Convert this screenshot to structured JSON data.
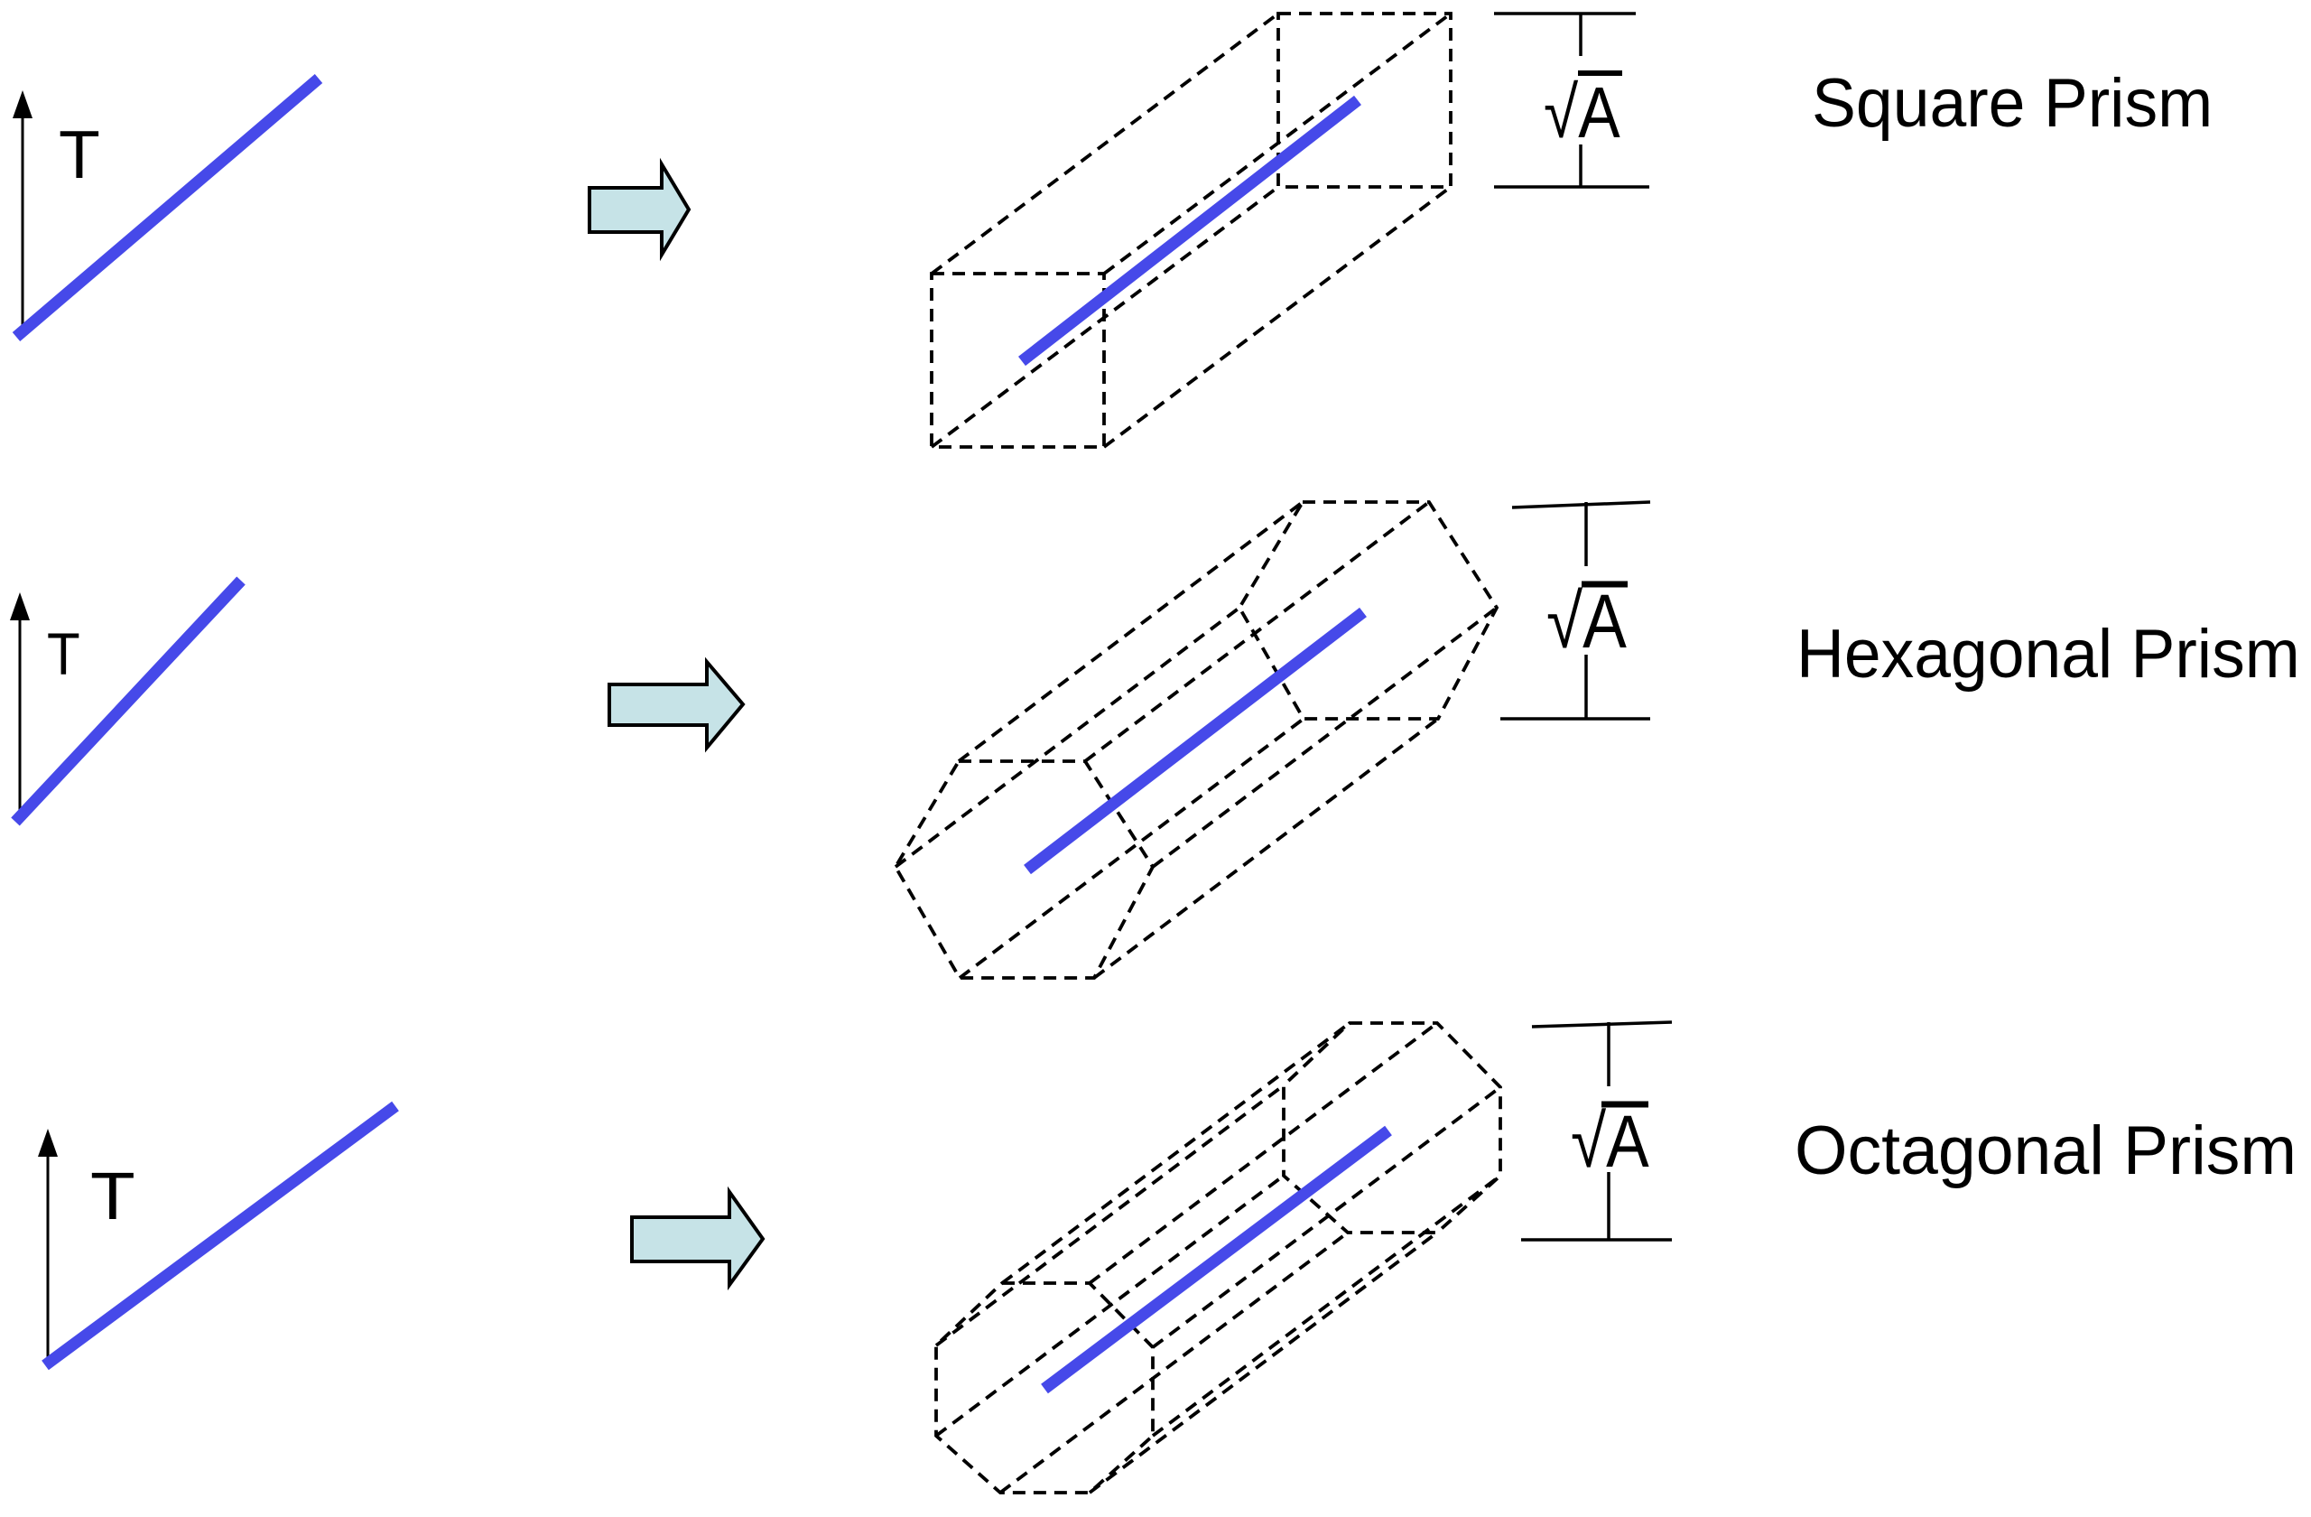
{
  "colors": {
    "line_blue": "#4649e9",
    "arrow_fill": "#c6e3e7",
    "outline": "#000000"
  },
  "rows": [
    {
      "axis_label": "T",
      "dim_label": "√A",
      "label": "Square Prism",
      "shape": "square"
    },
    {
      "axis_label": "T",
      "dim_label": "√A",
      "label": "Hexagonal Prism",
      "shape": "hexagon"
    },
    {
      "axis_label": "T",
      "dim_label": "√A",
      "label": "Octagonal Prism",
      "shape": "octagon"
    }
  ]
}
